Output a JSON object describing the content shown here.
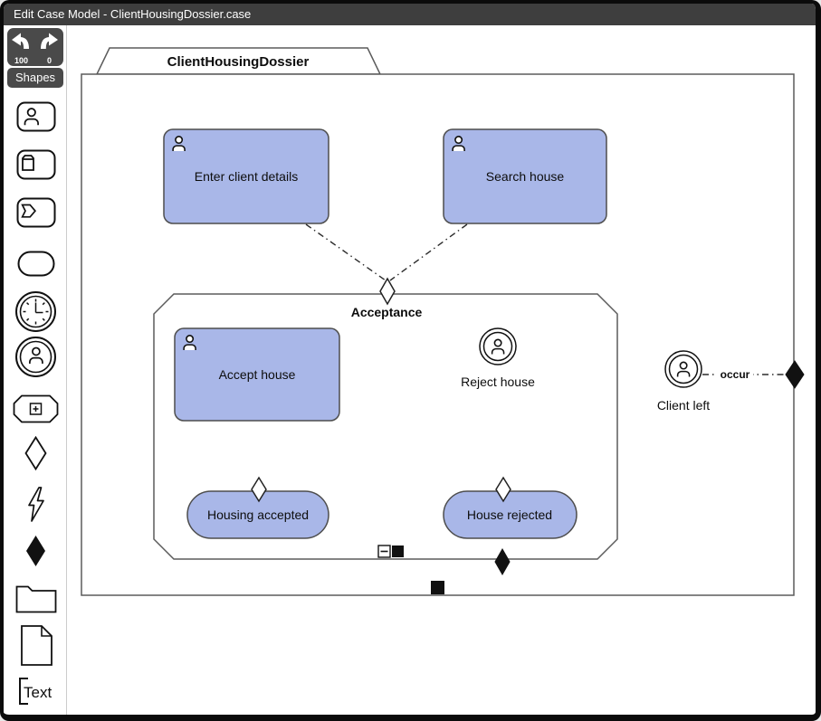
{
  "window": {
    "title": "Edit Case Model - ClientHousingDossier.case"
  },
  "toolbar": {
    "undo_count": "100",
    "redo_count": "0",
    "shapes_label": "Shapes"
  },
  "sidebar": {
    "tools": [
      "human-task",
      "case-task",
      "process-task",
      "milestone",
      "timer-event-listener",
      "user-event-listener",
      "stage",
      "entry-criterion",
      "event",
      "exit-criterion",
      "case-file-folder",
      "case-file-document",
      "text-annotation"
    ],
    "text_tool_label": "Text"
  },
  "diagram": {
    "case_title": "ClientHousingDossier",
    "tasks": [
      {
        "label": "Enter client details"
      },
      {
        "label": "Search house"
      },
      {
        "label": "Accept house"
      }
    ],
    "stage_label": "Acceptance",
    "event_listeners": [
      {
        "label": "Reject house"
      },
      {
        "label": "Client left"
      }
    ],
    "milestones": [
      {
        "label": "Housing accepted"
      },
      {
        "label": "House rejected"
      }
    ],
    "edge_label": "occur"
  },
  "colors": {
    "node_fill": "#a9b7e8",
    "node_stroke": "#4d4d4d",
    "titlebar_bg": "#3e3e3e",
    "panel_bg": "#4a4a4a"
  }
}
